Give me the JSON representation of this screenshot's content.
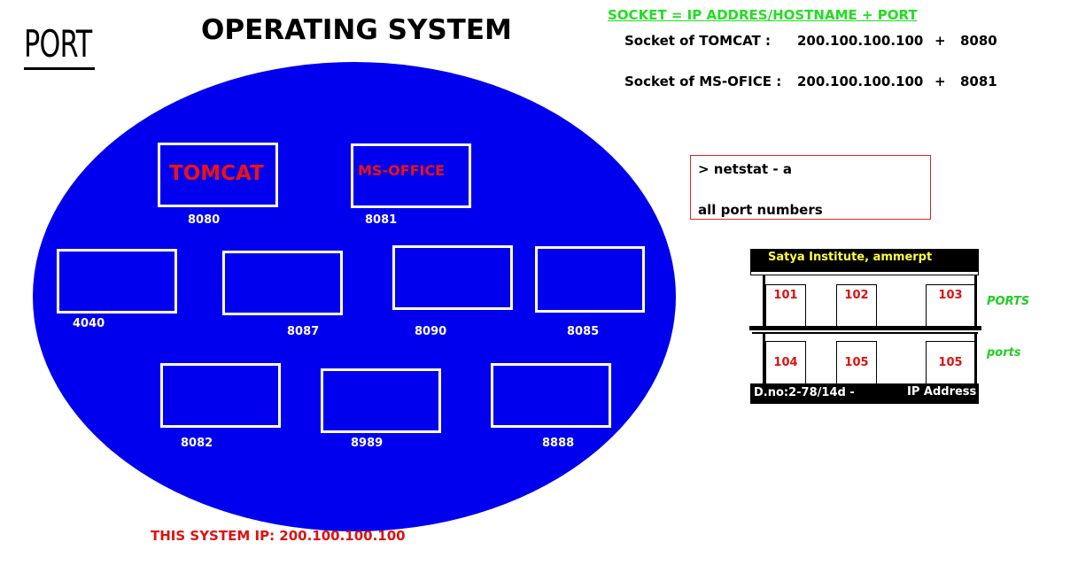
{
  "title": "PORT",
  "os_title": "OPERATING SYSTEM",
  "socket": {
    "definition": "SOCKET = IP ADDRES/HOSTNAME +  PORT",
    "tomcat": {
      "label": "Socket of TOMCAT   :",
      "ip": "200.100.100.100",
      "plus": "+",
      "port": "8080"
    },
    "msoffice": {
      "label": "Socket of MS-OFICE :",
      "ip": "200.100.100.100",
      "plus": "+",
      "port": "8081"
    }
  },
  "os": {
    "apps": [
      {
        "name": "TOMCAT",
        "port": "8080"
      },
      {
        "name": "MS-OFFICE",
        "port": "8081"
      }
    ],
    "ports": [
      "4040",
      "8087",
      "8090",
      "8085",
      "8082",
      "8989",
      "8888"
    ],
    "system_ip": "THIS SYSTEM IP: 200.100.100.100"
  },
  "netstat": {
    "command": ">  netstat - a",
    "description": "all port numbers"
  },
  "building": {
    "name": "Satya Institute, ammerpt",
    "rooms_top": [
      "101",
      "102",
      "103"
    ],
    "rooms_bottom": [
      "104",
      "105",
      "105"
    ],
    "address": "D.no:2-78/14d  -",
    "ip_label": "IP Address",
    "ports_label_upper": "PORTS",
    "ports_label_lower": "ports"
  }
}
